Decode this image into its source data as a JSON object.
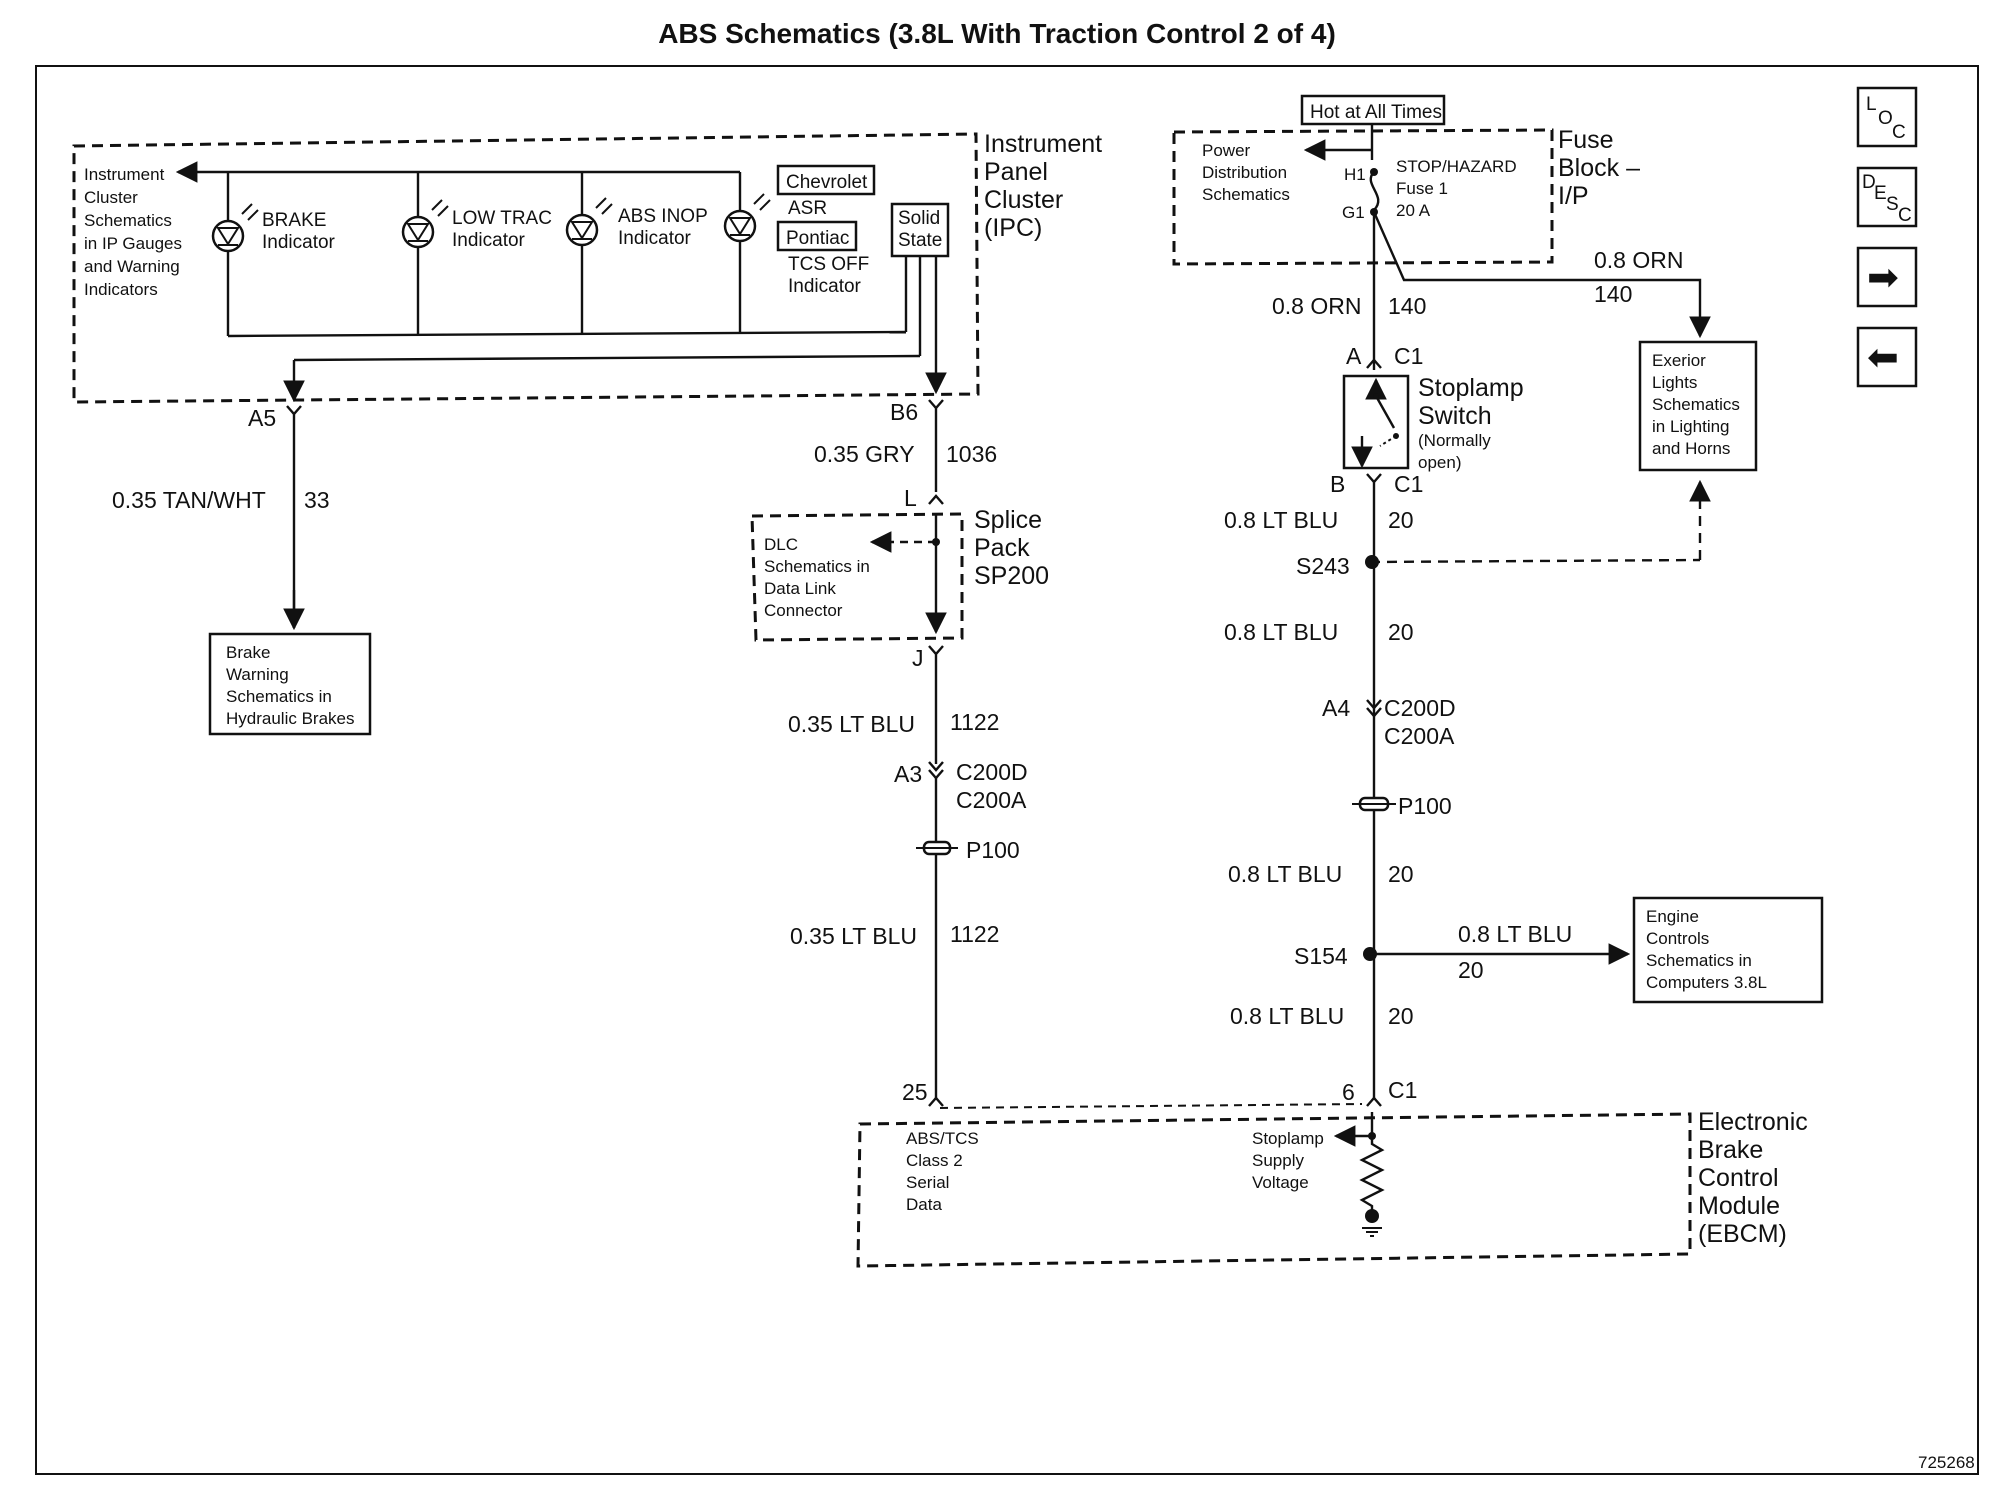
{
  "page": {
    "title": "ABS Schematics (3.8L With Traction Control 2 of 4)",
    "figure_number": "725268"
  },
  "nav": {
    "loc_top": "L",
    "loc_mid": "O",
    "loc_bot": "C",
    "desc_top": "D",
    "desc_mid": "E",
    "desc_mid2": "S",
    "desc_bot": "C",
    "next": "➡",
    "prev": "⬅"
  },
  "ipc": {
    "name_l1": "Instrument",
    "name_l2": "Panel",
    "name_l3": "Cluster",
    "name_l4": "(IPC)",
    "ref_l1": "Instrument",
    "ref_l2": "Cluster",
    "ref_l3": "Schematics",
    "ref_l4": "in IP Gauges",
    "ref_l5": "and Warning",
    "ref_l6": "Indicators",
    "brake_l1": "BRAKE",
    "brake_l2": "Indicator",
    "lowtrac_l1": "LOW TRAC",
    "lowtrac_l2": "Indicator",
    "absinop_l1": "ABS INOP",
    "absinop_l2": "Indicator",
    "chevrolet": "Chevrolet",
    "asr": "ASR",
    "pontiac": "Pontiac",
    "tcs_l1": "TCS OFF",
    "tcs_l2": "Indicator",
    "solid_l1": "Solid",
    "solid_l2": "State",
    "pin_a5": "A5",
    "pin_b6": "B6"
  },
  "brake_warning": {
    "l1": "Brake",
    "l2": "Warning",
    "l3": "Schematics in",
    "l4": "Hydraulic Brakes"
  },
  "wires": {
    "w33": {
      "gauge": "0.35 TAN/WHT",
      "circuit": "33"
    },
    "w1036": {
      "gauge": "0.35 GRY",
      "circuit": "1036"
    },
    "w1122a": {
      "gauge": "0.35 LT BLU",
      "circuit": "1122"
    },
    "w1122b": {
      "gauge": "0.35 LT BLU",
      "circuit": "1122"
    },
    "w140a": {
      "gauge": "0.8 ORN",
      "circuit": "140"
    },
    "w140b": {
      "gauge": "0.8 ORN",
      "circuit": "140"
    },
    "w20a": {
      "gauge": "0.8 LT BLU",
      "circuit": "20"
    },
    "w20b": {
      "gauge": "0.8 LT BLU",
      "circuit": "20"
    },
    "w20c": {
      "gauge": "0.8 LT BLU",
      "circuit": "20"
    },
    "w20d": {
      "gauge": "0.8 LT BLU",
      "circuit": "20"
    },
    "w20e": {
      "gauge": "0.8 LT BLU",
      "circuit": "20"
    }
  },
  "splice_pack": {
    "name_l1": "Splice",
    "name_l2": "Pack",
    "name_l3": "SP200",
    "pin_l": "L",
    "pin_j": "J",
    "dlc_l1": "DLC",
    "dlc_l2": "Schematics in",
    "dlc_l3": "Data Link",
    "dlc_l4": "Connector"
  },
  "connectors": {
    "a3": "A3",
    "c200d_left": "C200D",
    "c200a_left": "C200A",
    "p100_left": "P100",
    "a4": "A4",
    "c200d_right": "C200D",
    "c200a_right": "C200A",
    "p100_right": "P100",
    "s243": "S243",
    "s154": "S154"
  },
  "fuse_block": {
    "hot": "Hot at All Times",
    "name_l1": "Fuse",
    "name_l2": "Block –",
    "name_l3": "I/P",
    "pd_l1": "Power",
    "pd_l2": "Distribution",
    "pd_l3": "Schematics",
    "h1": "H1",
    "g1": "G1",
    "fuse_l1": "STOP/HAZARD",
    "fuse_l2": "Fuse 1",
    "fuse_l3": "20 A"
  },
  "exterior_lights": {
    "l1": "Exerior",
    "l2": "Lights",
    "l3": "Schematics",
    "l4": "in Lighting",
    "l5": "and Horns"
  },
  "stoplamp_switch": {
    "name_l1": "Stoplamp",
    "name_l2": "Switch",
    "name_l3": "(Normally",
    "name_l4": "open)",
    "pin_a": "A",
    "pin_b": "B",
    "c1_top": "C1",
    "c1_bot": "C1"
  },
  "engine_controls": {
    "l1": "Engine",
    "l2": "Controls",
    "l3": "Schematics in",
    "l4": "Computers 3.8L"
  },
  "ebcm": {
    "name_l1": "Electronic",
    "name_l2": "Brake",
    "name_l3": "Control",
    "name_l4": "Module",
    "name_l5": "(EBCM)",
    "pin_25": "25",
    "pin_6": "6",
    "c1": "C1",
    "serial_l1": "ABS/TCS",
    "serial_l2": "Class 2",
    "serial_l3": "Serial",
    "serial_l4": "Data",
    "supply_l1": "Stoplamp",
    "supply_l2": "Supply",
    "supply_l3": "Voltage"
  }
}
